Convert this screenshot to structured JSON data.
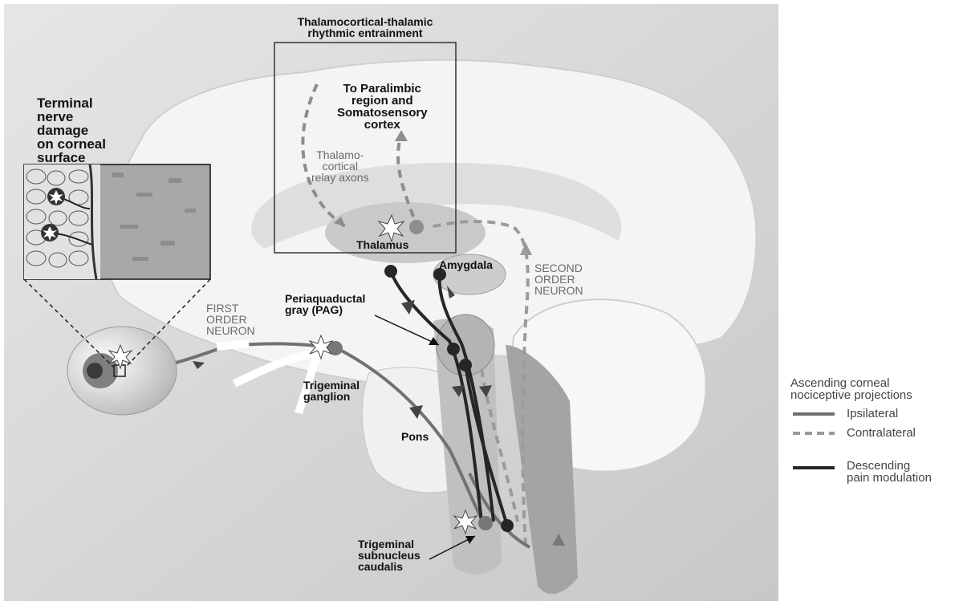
{
  "labels": {
    "box_title": "Thalamocortical-thalamic\nrhythmic entrainment",
    "terminal_damage": "Terminal\nnerve\ndamage\non corneal\nsurface",
    "to_paralimbic": "To Paralimbic\nregion and\nSomatosensory\ncortex",
    "relay_axons": "Thalamo-\ncortical\nrelay axons",
    "thalamus": "Thalamus",
    "amygdala": "Amygdala",
    "second_order": "SECOND\nORDER\nNEURON",
    "first_order": "FIRST\nORDER\nNEURON",
    "pag": "Periaquaductal\ngray (PAG)",
    "trigeminal_ganglion": "Trigeminal\nganglion",
    "pons": "Pons",
    "subnucleus": "Trigeminal\nsubnucleus\ncaudalis"
  },
  "legend": {
    "title": "Ascending corneal\nnociceptive projections",
    "ipsilateral": "Ipsilateral",
    "contralateral": "Contralateral",
    "descending": "Descending\npain modulation"
  },
  "colors": {
    "background_panel": "#dcdcdc",
    "brain": "#f2f2f2",
    "ipsilateral_line": "#6f6f6f",
    "contralateral_line": "#9a9a9a",
    "descending_line": "#262626"
  }
}
